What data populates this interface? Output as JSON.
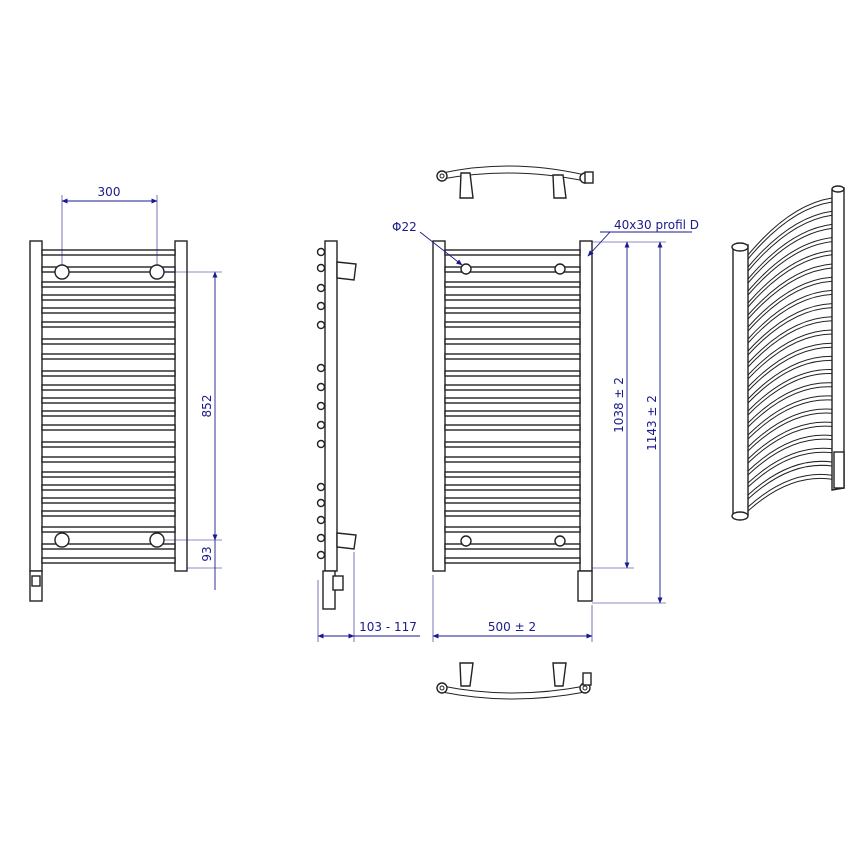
{
  "dimensions": {
    "connection_spacing": "300",
    "connection_height": "852",
    "bottom_offset": "93",
    "wall_distance": "103 - 117",
    "width": "500  ± 2",
    "height_rail": "1038  ± 2",
    "height_total": "1143  ± 2",
    "pipe_diameter": "Φ22",
    "profile": "40x30 profil D"
  },
  "colors": {
    "line": "#222222",
    "dimension": "#1a1a8c"
  }
}
